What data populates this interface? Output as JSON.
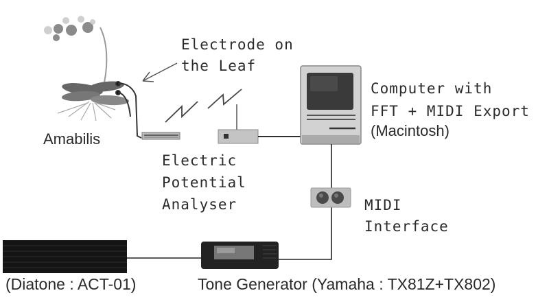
{
  "diagram": {
    "nodes": {
      "plant": {
        "label": "Amabilis",
        "icon": "orchid-plant-icon"
      },
      "electrode": {
        "label_line1": "Electrode on",
        "label_line2": "the Leaf",
        "icon": "electrode-sensor-icon"
      },
      "analyser": {
        "label_line1": "Electric",
        "label_line2": "Potential",
        "label_line3": "Analyser",
        "icon": "receiver-box-icon"
      },
      "computer": {
        "label_line1": "Computer with",
        "label_line2": "FFT + MIDI Export",
        "label_line3": "(Macintosh)",
        "icon": "macintosh-computer-icon"
      },
      "midi_interface": {
        "label_line1": "MIDI",
        "label_line2": "Interface",
        "icon": "midi-interface-icon"
      },
      "tone_generator": {
        "label": "Tone Generator (Yamaha : TX81Z+TX802)",
        "icon": "tone-generator-icon"
      },
      "speaker": {
        "label": "(Diatone : ACT-01)",
        "icon": "speaker-icon"
      }
    },
    "connections": [
      {
        "from": "plant",
        "to": "electrode",
        "type": "wire"
      },
      {
        "from": "electrode",
        "to": "analyser",
        "type": "wireless"
      },
      {
        "from": "analyser",
        "to": "computer",
        "type": "wire"
      },
      {
        "from": "computer",
        "to": "midi_interface",
        "type": "wire"
      },
      {
        "from": "midi_interface",
        "to": "tone_generator",
        "type": "wire"
      },
      {
        "from": "tone_generator",
        "to": "speaker",
        "type": "wire"
      }
    ],
    "colors": {
      "line": "#1a1a1a",
      "device_gray": "#b8b8b8",
      "dark": "#1c1c1c",
      "plant_green": "#555555"
    }
  }
}
